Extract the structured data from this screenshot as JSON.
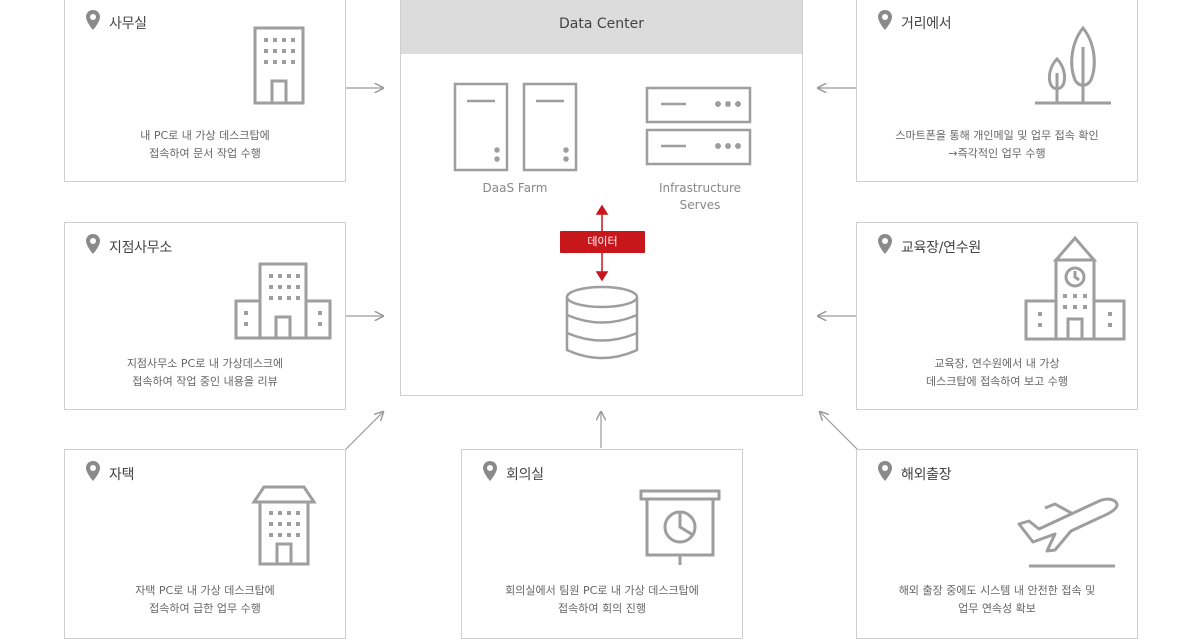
{
  "data_center": {
    "title": "Data Center",
    "daas_farm": "DaaS Farm",
    "infra": "Infrastructure\nServes",
    "data_badge": "데이터"
  },
  "cards": {
    "office": {
      "title": "사무실",
      "desc": "내 PC로 내 가상 데스크탑에\n접속하여 문서 작업 수행"
    },
    "branch": {
      "title": "지점사무소",
      "desc": "지점사무소 PC로 내 가상데스크에\n접속하여 작업 중인 내용을 리뷰"
    },
    "home": {
      "title": "자택",
      "desc": "자택 PC로 내 가상 데스크탑에\n접속하여 급한 업무 수행"
    },
    "meeting": {
      "title": "회의실",
      "desc": "회의실에서 팀원 PC로 내 가상 데스크탑에\n접속하여 회의 진행"
    },
    "street": {
      "title": "거리에서",
      "desc": "스마트폰을 통해 개인메일 및 업무 접속 확인\n→즉각적인 업무 수행"
    },
    "training": {
      "title": "교육장/연수원",
      "desc": "교육장, 연수원에서 내 가상\n데스크탑에 접속하여 보고 수행"
    },
    "overseas": {
      "title": "해외출장",
      "desc": "해외 출장 중에도 시스템 내 안전한 접속 및\n업무 연속성 확보"
    }
  },
  "colors": {
    "accent": "#c8161d",
    "line": "#8a8a8a",
    "border": "#cfcfcf",
    "header": "#dcdcdc"
  }
}
